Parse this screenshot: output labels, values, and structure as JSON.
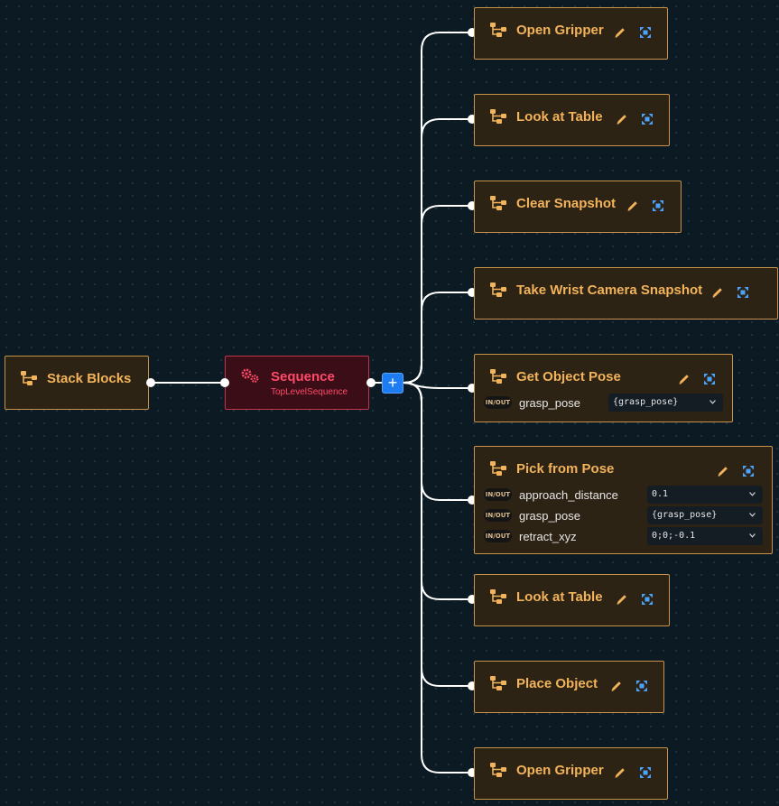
{
  "root": {
    "label": "Stack Blocks",
    "icon": "subtree-icon"
  },
  "sequence": {
    "label": "Sequence",
    "sublabel": "TopLevelSequence",
    "icon": "gears-icon"
  },
  "add_button": {
    "label": "+"
  },
  "children": [
    {
      "label": "Open Gripper"
    },
    {
      "label": "Look at Table"
    },
    {
      "label": "Clear Snapshot"
    },
    {
      "label": "Take Wrist Camera Snapshot"
    },
    {
      "label": "Get Object Pose",
      "ports": [
        {
          "badge": "IN/OUT",
          "name": "grasp_pose",
          "value": "{grasp_pose}"
        }
      ]
    },
    {
      "label": "Pick from Pose",
      "ports": [
        {
          "badge": "IN/OUT",
          "name": "approach_distance",
          "value": "0.1"
        },
        {
          "badge": "IN/OUT",
          "name": "grasp_pose",
          "value": "{grasp_pose}"
        },
        {
          "badge": "IN/OUT",
          "name": "retract_xyz",
          "value": "0;0;-0.1"
        }
      ]
    },
    {
      "label": "Look at Table"
    },
    {
      "label": "Place Object"
    },
    {
      "label": "Open Gripper"
    }
  ],
  "colors": {
    "background": "#0c1a24",
    "node_fill": "#2d2315",
    "node_border": "#c8924a",
    "node_text": "#f2b35a",
    "sequence_fill": "#3b0d16",
    "sequence_text": "#ff4a6a",
    "accent_blue": "#1d7cf2",
    "edge": "#ffffff"
  }
}
